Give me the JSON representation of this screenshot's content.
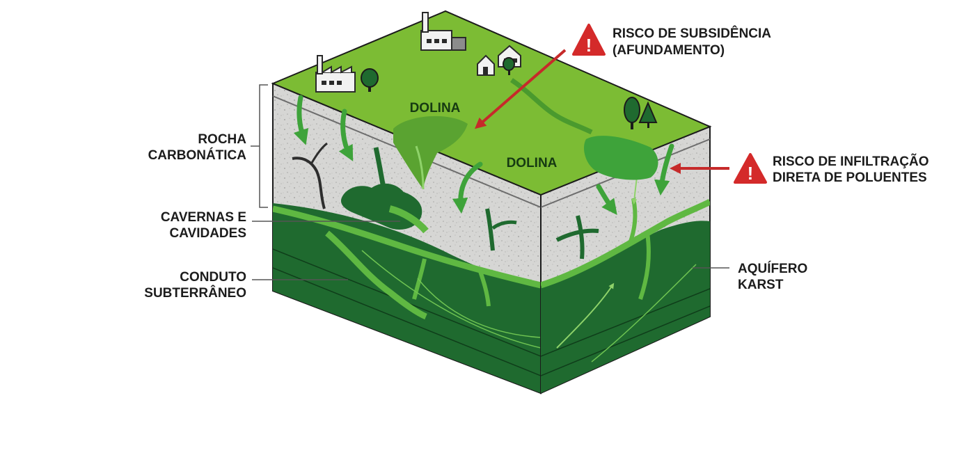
{
  "labels": {
    "rock_line1": "ROCHA",
    "rock_line2": "CARBONÁTICA",
    "caves_line1": "CAVERNAS E",
    "caves_line2": "CAVIDADES",
    "conduit_line1": "CONDUTO",
    "conduit_line2": "SUBTERRÂNEO",
    "aquifer_line1": "AQUÍFERO",
    "aquifer_line2": "KARST",
    "dolina_1": "DOLINA",
    "dolina_2": "DOLINA"
  },
  "warnings": [
    {
      "line1": "RISCO DE SUBSIDÊNCIA",
      "line2": "(AFUNDAMENTO)",
      "symbol": "!"
    },
    {
      "line1": "RISCO DE INFILTRAÇÃO",
      "line2": "DIRETA DE POLUENTES",
      "symbol": "!"
    }
  ],
  "icons": [
    "factory-icon",
    "house-icon",
    "tree-icon",
    "warning-triangle-icon"
  ],
  "colors": {
    "surface": "#7cbc34",
    "rock": "#d4d4d2",
    "aquifer": "#1f6a2f",
    "water": "#5fb842",
    "warning_red": "#d42a2a",
    "arrow_red": "#c62a2a"
  }
}
